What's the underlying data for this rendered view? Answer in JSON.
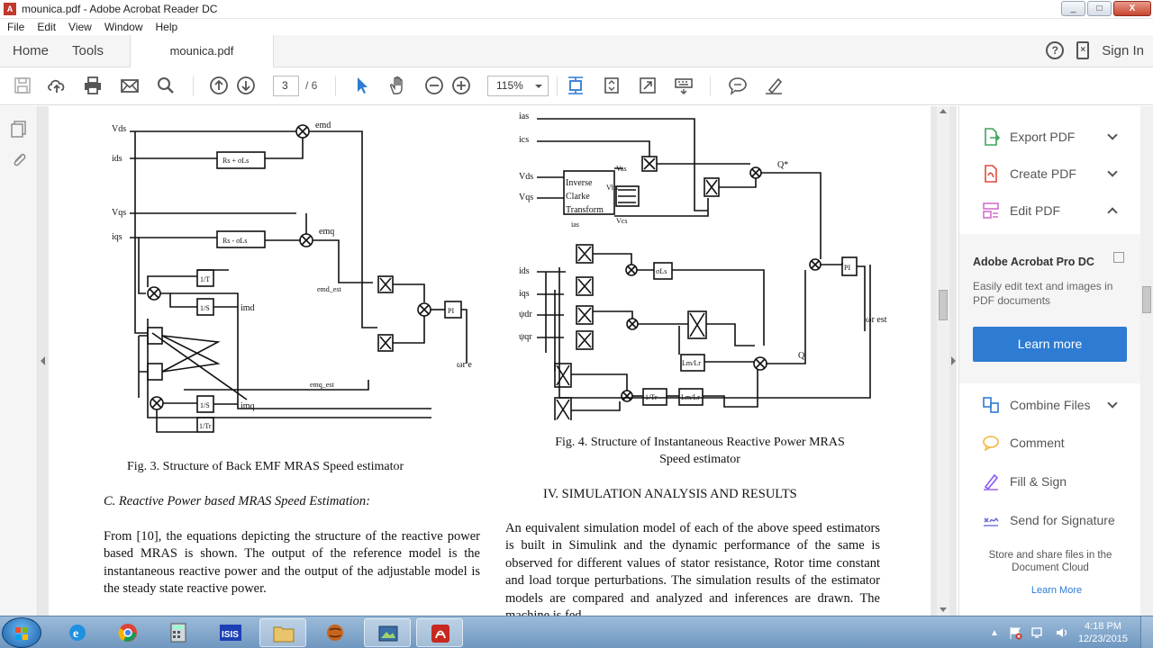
{
  "window": {
    "title": "mounica.pdf - Adobe Acrobat Reader DC",
    "minimize": "_",
    "maximize": "□",
    "close": "X"
  },
  "menu": [
    "File",
    "Edit",
    "View",
    "Window",
    "Help"
  ],
  "tabs": {
    "home": "Home",
    "tools": "Tools",
    "document": "mounica.pdf",
    "help": "?",
    "sign_in": "Sign In"
  },
  "toolbar": {
    "current_page": "3",
    "total_pages": "/ 6",
    "zoom": "115%"
  },
  "document": {
    "fig3": {
      "caption": "Fig. 3. Structure of Back EMF MRAS Speed estimator",
      "labels": {
        "vds": "Vds",
        "ids": "ids",
        "vqs": "Vqs",
        "iqs": "iqs",
        "emd": "emd",
        "emq": "emq",
        "rs_block1": "Rs + σLs",
        "rs_block2": "Rs - σLs",
        "one_over_t": "1/T",
        "one_over_s1": "1/S",
        "one_over_s2": "1/S",
        "one_over_tr": "1/Tr",
        "imd": "imd",
        "imq": "imq",
        "emd_est": "emd_est",
        "emq_est": "emq_est",
        "pi": "PI",
        "wr_est": "ωr est"
      }
    },
    "fig4": {
      "caption_line1": "Fig. 4. Structure of Instantaneous Reactive Power MRAS",
      "caption_line2": "Speed estimator",
      "labels": {
        "ias": "ias",
        "ics": "ics",
        "vbs": "Vbs",
        "vas": "Vas",
        "vcs": "Vcs",
        "vds": "Vds",
        "vqs": "Vqs",
        "inverse_clarke": "Inverse",
        "clarke": "Clarke",
        "transform": "Transform",
        "ids": "ids",
        "iqs": "iqs",
        "psi_dr": "ψdr",
        "psi_qr": "ψqr",
        "sigma_ls": "σLs",
        "lm_lr": "Lm/Lr",
        "one_over_tr": "1/Tr",
        "lm_lr2": "Lm/Lr",
        "q_star": "Q*",
        "q": "Q",
        "pi": "PI",
        "wr_est": "ωr est"
      }
    },
    "section_c": "C. Reactive Power based MRAS Speed Estimation:",
    "para_left": "From [10], the equations depicting the structure of the reactive power based MRAS is shown. The output of the reference model is the instantaneous reactive power and the output of the adjustable model is the steady state reactive power.",
    "section_iv": "IV. SIMULATION ANALYSIS AND RESULTS",
    "para_right": "An equivalent simulation model of each of the above speed estimators is built in Simulink and the dynamic performance of the same is observed for different values of stator resistance, Rotor time constant and load torque perturbations. The simulation results of the estimator models are compared and analyzed and inferences are drawn. The machine is fed"
  },
  "right_pane": {
    "items_top": [
      {
        "label": "Export PDF",
        "icon": "export-pdf-icon",
        "color": "#3ba55c"
      },
      {
        "label": "Create PDF",
        "icon": "create-pdf-icon",
        "color": "#e04c3c"
      },
      {
        "label": "Edit PDF",
        "icon": "edit-pdf-icon",
        "color": "#d36fd1"
      }
    ],
    "promo": {
      "title": "Adobe Acrobat Pro DC",
      "description": "Easily edit text and images in PDF documents",
      "button": "Learn more"
    },
    "items_bottom": [
      {
        "label": "Combine Files",
        "icon": "combine-files-icon",
        "color": "#2d7bd2"
      },
      {
        "label": "Comment",
        "icon": "comment-icon",
        "color": "#f2b63a"
      },
      {
        "label": "Fill & Sign",
        "icon": "fill-sign-icon",
        "color": "#8b5cf6"
      },
      {
        "label": "Send for Signature",
        "icon": "send-signature-icon",
        "color": "#6b70d8"
      }
    ],
    "footer_line1": "Store and share files in the",
    "footer_line2": "Document Cloud",
    "learn_more": "Learn More"
  },
  "taskbar": {
    "time": "4:18 PM",
    "date": "12/23/2015",
    "tray_arrow": "▲"
  },
  "colors": {
    "accent": "#2d7bd2",
    "toolbar_blue": "#2d7bd2"
  }
}
